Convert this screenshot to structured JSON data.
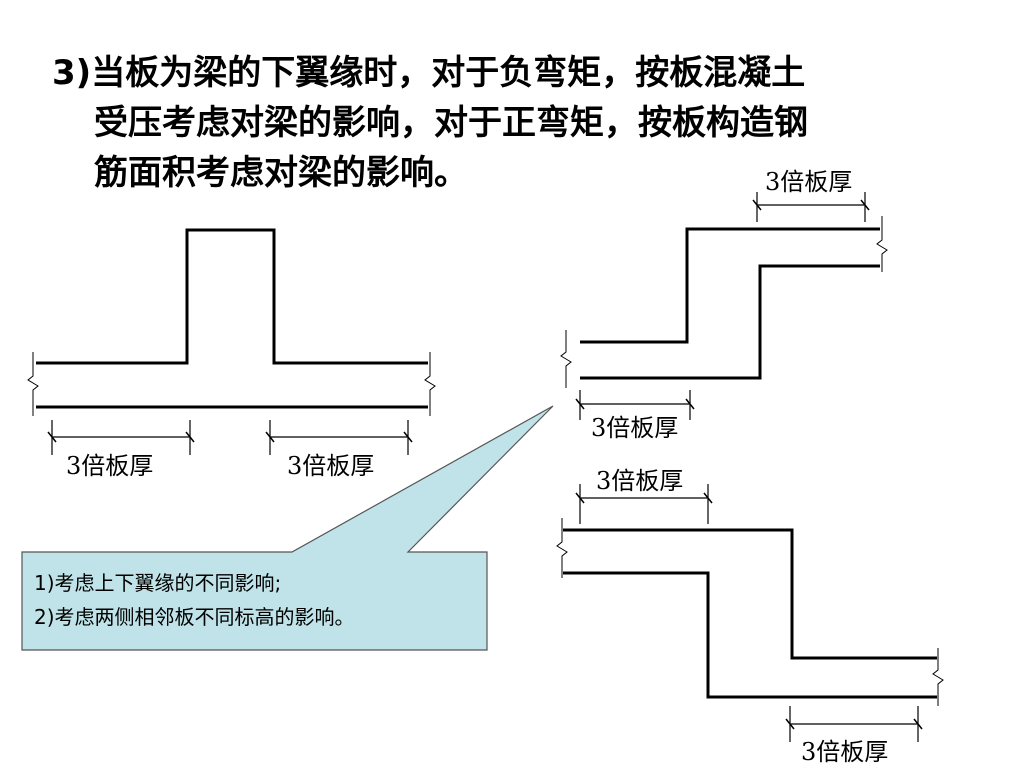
{
  "heading": {
    "lines": [
      "3)当板为梁的下翼缘时，对于负弯矩，按板混凝土",
      "受压考虑对梁的影响，对于正弯矩，按板构造钢",
      "筋面积考虑对梁的影响。"
    ]
  },
  "dimension_label": "3倍板厚",
  "callout": {
    "lines": [
      "1)考虑上下翼缘的不同影响;",
      "2)考虑两侧相邻板不同标高的影响。"
    ],
    "fill": "#bfe3e8"
  }
}
